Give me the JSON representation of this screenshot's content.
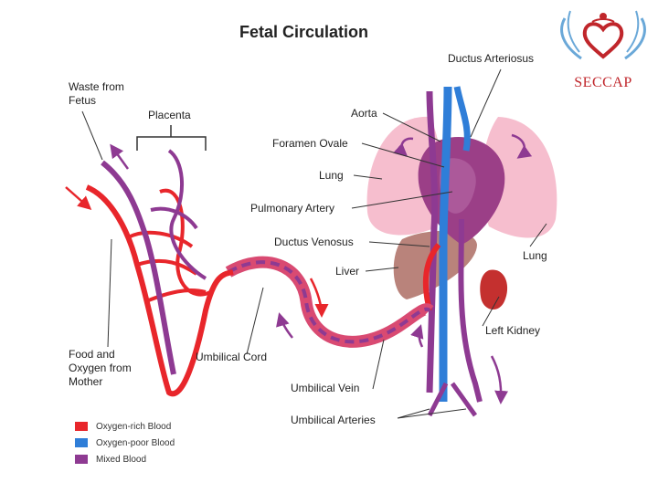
{
  "title": "Fetal Circulation",
  "logo": {
    "text": "SECCAP"
  },
  "labels": {
    "waste": [
      "Waste from",
      "Fetus"
    ],
    "placenta": "Placenta",
    "food": [
      "Food and",
      "Oxygen from",
      "Mother"
    ],
    "umbilical_cord": "Umbilical Cord",
    "umbilical_vein": "Umbilical Vein",
    "umbilical_arteries": "Umbilical Arteries",
    "ductus_arteriosus": "Ductus Arteriosus",
    "aorta": "Aorta",
    "foramen_ovale": "Foramen Ovale",
    "lung_left": "Lung",
    "pulmonary_artery": "Pulmonary Artery",
    "ductus_venosus": "Ductus Venosus",
    "liver": "Liver",
    "lung_right": "Lung",
    "left_kidney": "Left Kidney"
  },
  "legend": [
    {
      "label": "Oxygen-rich Blood",
      "color": "#e8262b"
    },
    {
      "label": "Oxygen-poor Blood",
      "color": "#2f7ed8"
    },
    {
      "label": "Mixed Blood",
      "color": "#8e3a92"
    }
  ],
  "colors": {
    "oxygen_rich": "#e8262b",
    "oxygen_poor": "#2f7ed8",
    "mixed": "#8e3a92",
    "lung": "#f3a9c0",
    "liver": "#b9837b",
    "kidney": "#c4302f",
    "heart": "#9b3f87"
  }
}
